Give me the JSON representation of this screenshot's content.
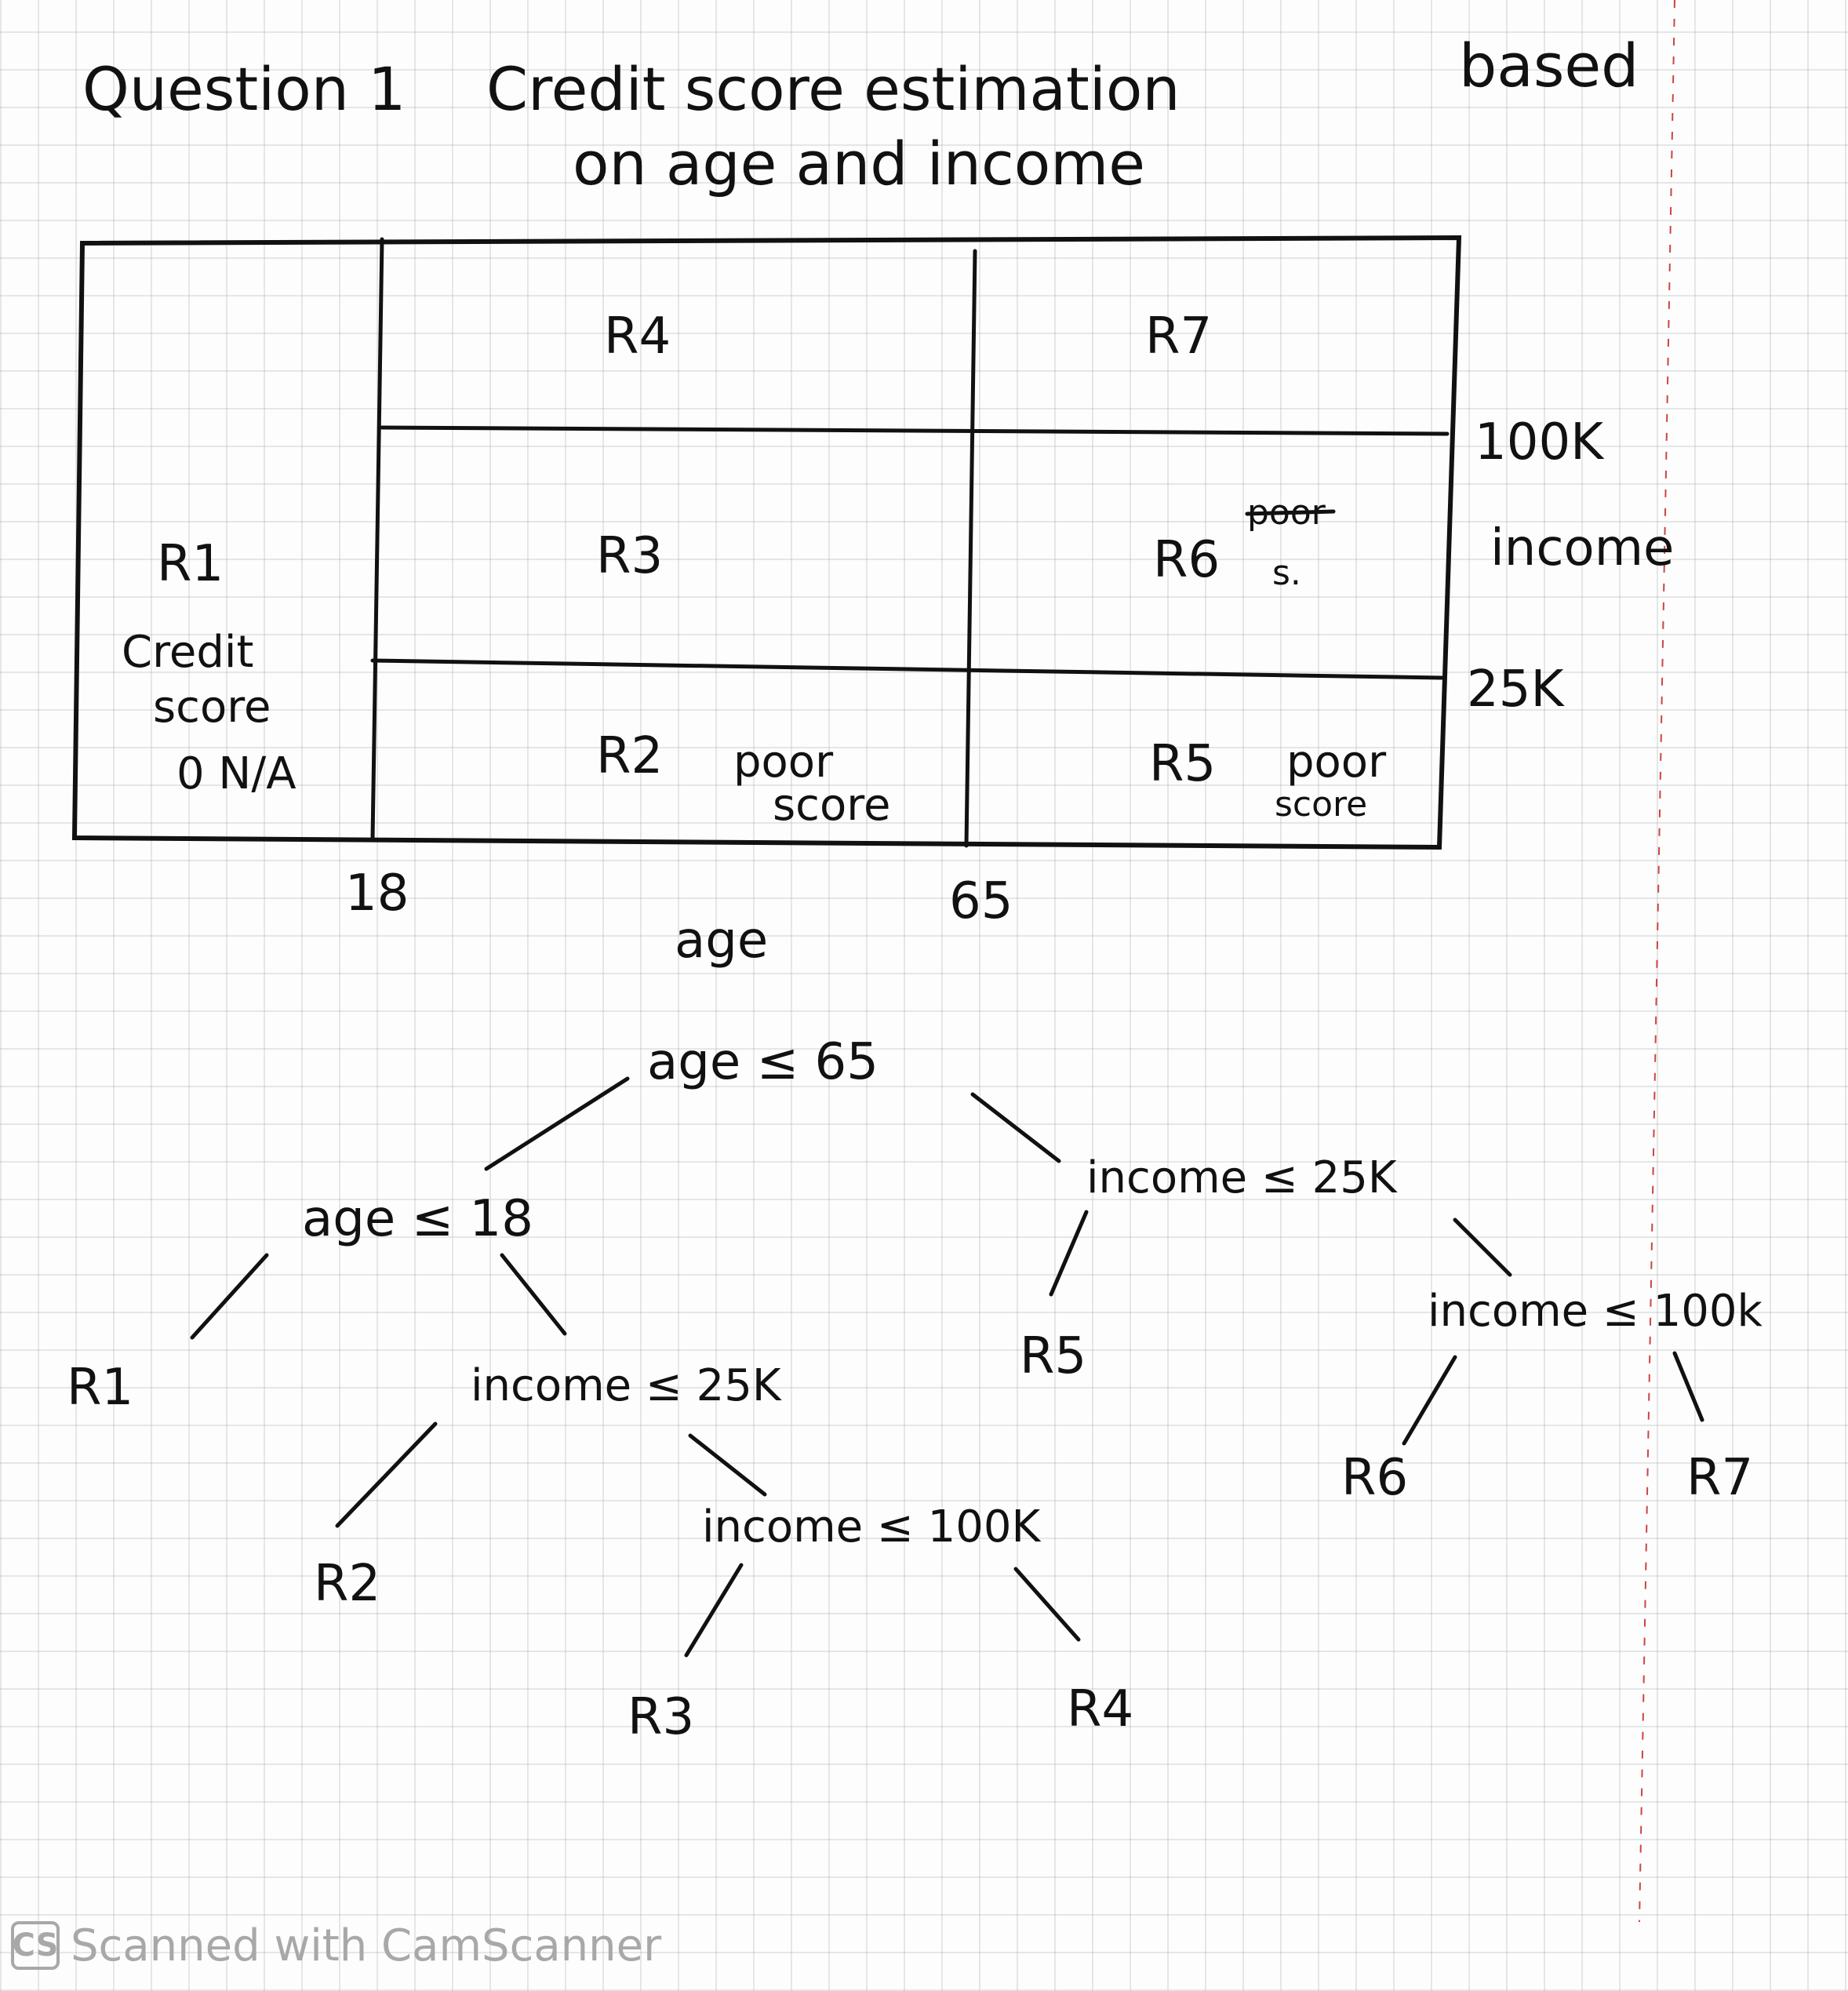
{
  "title": {
    "line1_left": "Question 1",
    "line1_right": "Credit score estimation",
    "line1_end": "based",
    "line2": "on age and income"
  },
  "partition": {
    "regions": {
      "r1": "R1",
      "r1_note_1": "Credit",
      "r1_note_2": "score",
      "r1_note_3": "0 N/A",
      "r2": "R2",
      "r2_note_1": "poor",
      "r2_note_2": "score",
      "r3": "R3",
      "r4": "R4",
      "r5": "R5",
      "r5_note_1": "poor",
      "r5_note_2": "score",
      "r6": "R6",
      "r6_note_crossed": "poor",
      "r6_note_small": "s.",
      "r7": "R7"
    },
    "x_ticks": {
      "t18": "18",
      "t65": "65"
    },
    "x_label": "age",
    "y_ticks": {
      "t100k": "100K",
      "t25k": "25K"
    },
    "y_label": "income"
  },
  "tree": {
    "root": "age ≤ 65",
    "n_age18": "age ≤ 18",
    "n_income25_left": "income ≤ 25K",
    "n_income100_left": "income ≤ 100K",
    "n_income25_right": "income ≤ 25K",
    "n_income100_right": "income ≤ 100k",
    "leaf_r1": "R1",
    "leaf_r2": "R2",
    "leaf_r3": "R3",
    "leaf_r4": "R4",
    "leaf_r5": "R5",
    "leaf_r6": "R6",
    "leaf_r7": "R7"
  },
  "watermark": {
    "logo": "CS",
    "text": "Scanned with CamScanner"
  },
  "colors": {
    "ink": "#111111",
    "grid": "#969696",
    "margin": "#cc4444",
    "watermark": "#a8a8a8"
  }
}
